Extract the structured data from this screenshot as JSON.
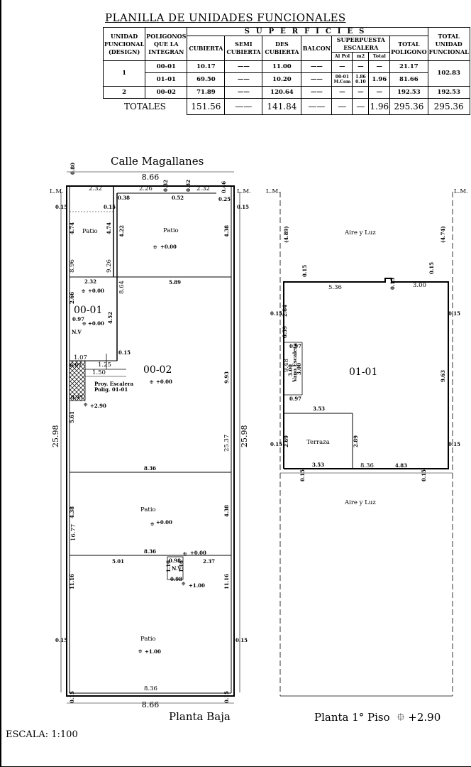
{
  "title": "PLANILLA DE UNIDADES FUNCIONALES",
  "table": {
    "h_unidad": [
      "UNIDAD",
      "FUNCIONAL",
      "(DESIGN)"
    ],
    "h_poligonos": [
      "POLIGONOS",
      "QUE LA",
      "INTEGRAN"
    ],
    "h_superficies": "SUPERFICIES",
    "h_cubierta": "CUBIERTA",
    "h_semi": [
      "SEMI",
      "CUBIERTA"
    ],
    "h_des": [
      "DES",
      "CUBIERTA"
    ],
    "h_balcon": "BALCON",
    "h_superpuesta": [
      "SUPERPUESTA",
      "ESCALERA"
    ],
    "h_al_pol": "Al Pol",
    "h_m2": "m2",
    "h_total": "Total",
    "h_total_poligono": [
      "TOTAL",
      "POLIGONO"
    ],
    "h_total_unidad": [
      "TOTAL",
      "UNIDAD",
      "FUNCIONAL"
    ],
    "rows": [
      {
        "unidad": "1",
        "poligono": "00-01",
        "cubierta": "10.17",
        "semi": "——",
        "des": "11.00",
        "balcon": "——",
        "al_pol": "—",
        "m2": "—",
        "total": "—",
        "total_poligono": "21.17",
        "total_unidad": "102.83"
      },
      {
        "unidad": "",
        "poligono": "01-01",
        "cubierta": "69.50",
        "semi": "——",
        "des": "10.20",
        "balcon": "——",
        "al_pol": "00-01 M.Com",
        "m2": "1.86 0.10",
        "total": "1.96",
        "total_poligono": "81.66",
        "total_unidad": ""
      },
      {
        "unidad": "2",
        "poligono": "00-02",
        "cubierta": "71.89",
        "semi": "——",
        "des": "120.64",
        "balcon": "——",
        "al_pol": "—",
        "m2": "—",
        "total": "—",
        "total_poligono": "192.53",
        "total_unidad": "192.53"
      }
    ],
    "totales": {
      "label": "TOTALES",
      "cubierta": "151.56",
      "semi": "——",
      "des": "141.84",
      "balcon": "——",
      "al_pol": "—",
      "m2": "—",
      "total": "1.96",
      "total_poligono": "295.36",
      "total_unidad": "295.36"
    }
  },
  "street": "Calle Magallanes",
  "ground": {
    "top_width": "8.66",
    "top_width_small": "0.80",
    "lm_left": "L.M.",
    "lm_right": "L.M.",
    "top_segments": [
      "2.32",
      "2.26",
      "0.32",
      "0.32",
      "2.32",
      "0.46"
    ],
    "top_small": [
      "0.38",
      "0.52",
      "0.25",
      "0.15",
      "0.15",
      "0.15"
    ],
    "patio_left": "Patio",
    "patio_top": "Patio",
    "patio_top_level": "+0.00",
    "dims_left": [
      "4.74",
      "4.74",
      "8.96",
      "9.26",
      "4.22",
      "8.64",
      "4.38",
      "5.89"
    ],
    "unit_0001": "00-01",
    "unit_0001_width": "2.32",
    "unit_0001_level": "+0.00",
    "nv": "N.V",
    "nv_level": "+0.00",
    "dims_0001": [
      "2.66",
      "4.52",
      "0.97",
      "1.07",
      "0.97",
      "1.25",
      "1.50",
      "0.15",
      "0.97"
    ],
    "unit_0002": "00-02",
    "unit_0002_level": "+0.00",
    "escalera": [
      "Proy. Escalera",
      "Polig. 01-01"
    ],
    "escalera_level": "+2.90",
    "height_total": "25.98",
    "height_total_right": "25.98",
    "dim_561": "5.61",
    "dim_993": "9.93",
    "dim_2537": "25.37",
    "mid_width": "8.36",
    "patio_mid": "Patio",
    "patio_mid_level": "+0.00",
    "dim_1677": "16.77",
    "dim_438": "4.38",
    "mid_width2": "8.36",
    "dims_lower": [
      "5.01",
      "0.98",
      "0.98",
      "2.37",
      "1.16",
      "1.16"
    ],
    "lower_level_0": "+0.00",
    "lower_level_1": "+1.00",
    "dim_1116": "11.16",
    "dim_1116_right": "11.16",
    "patio_bottom": "Patio",
    "patio_bottom_level": "+1.00",
    "bottom_width_inner": "8.36",
    "bottom_width": "8.66",
    "bottom_small": "0.15",
    "label": "Planta Baja"
  },
  "first": {
    "lm_left": "L.M.",
    "lm_right": "L.M.",
    "aire_top": "Aire y Luz",
    "dim_489": "(4.89)",
    "dim_474": "(4.74)",
    "dims_top": [
      "5.36",
      "0.15",
      "3.00",
      "0.15",
      "0.15"
    ],
    "unit": "01-01",
    "dims_left": [
      "2.84",
      "0.15",
      "6.59",
      "0.97",
      "9.48",
      "3.00",
      "0.97",
      "0.15"
    ],
    "vano": [
      "Vano Escalera",
      "3.00"
    ],
    "dim_963": "9.63",
    "dim_353a": "3.53",
    "terraza": "Terraza",
    "dims_terraza": [
      "2.69",
      "2.89",
      "3.53",
      "8.36",
      "4.83",
      "0.15",
      "0.15"
    ],
    "aire_bottom": "Aire y Luz",
    "label": "Planta 1° Piso",
    "level": "+2.90"
  },
  "scale": "ESCALA: 1:100"
}
